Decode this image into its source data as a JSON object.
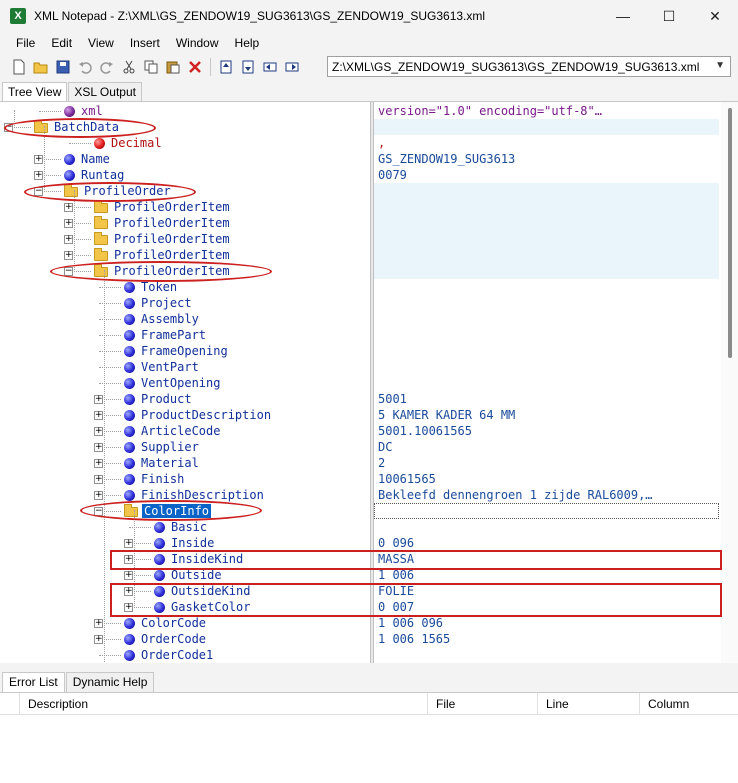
{
  "window": {
    "title": "XML Notepad - Z:\\XML\\GS_ZENDOW19_SUG3613\\GS_ZENDOW19_SUG3613.xml",
    "app_icon": "X",
    "minimize": "—",
    "maximize": "☐",
    "close": "✕"
  },
  "menu": [
    "File",
    "Edit",
    "View",
    "Insert",
    "Window",
    "Help"
  ],
  "toolbar": {
    "path": "Z:\\XML\\GS_ZENDOW19_SUG3613\\GS_ZENDOW19_SUG3613.xml",
    "icons": [
      "new-icon",
      "open-icon",
      "save-icon",
      "undo-icon",
      "redo-icon",
      "cut-icon",
      "copy-icon",
      "paste-icon",
      "delete-icon",
      "nudge-up-icon",
      "nudge-down-icon",
      "nudge-left-icon",
      "nudge-right-icon"
    ]
  },
  "tabs": [
    "Tree View",
    "XSL Output"
  ],
  "tree": [
    {
      "label": "xml",
      "value": "version=\"1.0\" encoding=\"utf-8\"…",
      "icon": "pi"
    },
    {
      "label": "BatchData",
      "value": "",
      "icon": "folder",
      "expander": "−"
    },
    {
      "label": "Decimal",
      "value": ",",
      "icon": "attr"
    },
    {
      "label": "Name",
      "value": "GS_ZENDOW19_SUG3613",
      "icon": "ball",
      "expander": "+"
    },
    {
      "label": "Runtag",
      "value": "0079",
      "icon": "ball",
      "expander": "+"
    },
    {
      "label": "ProfileOrder",
      "value": "",
      "icon": "folder",
      "expander": "−"
    },
    {
      "label": "ProfileOrderItem",
      "value": "",
      "icon": "folder",
      "expander": "+"
    },
    {
      "label": "ProfileOrderItem",
      "value": "",
      "icon": "folder",
      "expander": "+"
    },
    {
      "label": "ProfileOrderItem",
      "value": "",
      "icon": "folder",
      "expander": "+"
    },
    {
      "label": "ProfileOrderItem",
      "value": "",
      "icon": "folder",
      "expander": "+"
    },
    {
      "label": "ProfileOrderItem",
      "value": "",
      "icon": "folder",
      "expander": "−"
    },
    {
      "label": "Token",
      "value": "",
      "icon": "ball"
    },
    {
      "label": "Project",
      "value": "",
      "icon": "ball"
    },
    {
      "label": "Assembly",
      "value": "",
      "icon": "ball"
    },
    {
      "label": "FramePart",
      "value": "",
      "icon": "ball"
    },
    {
      "label": "FrameOpening",
      "value": "",
      "icon": "ball"
    },
    {
      "label": "VentPart",
      "value": "",
      "icon": "ball"
    },
    {
      "label": "VentOpening",
      "value": "",
      "icon": "ball"
    },
    {
      "label": "Product",
      "value": "5001",
      "icon": "ball",
      "expander": "+"
    },
    {
      "label": "ProductDescription",
      "value": "5 KAMER KADER 64 MM",
      "icon": "ball",
      "expander": "+"
    },
    {
      "label": "ArticleCode",
      "value": "5001.10061565",
      "icon": "ball",
      "expander": "+"
    },
    {
      "label": "Supplier",
      "value": "DC",
      "icon": "ball",
      "expander": "+"
    },
    {
      "label": "Material",
      "value": "2",
      "icon": "ball",
      "expander": "+"
    },
    {
      "label": "Finish",
      "value": "10061565",
      "icon": "ball",
      "expander": "+"
    },
    {
      "label": "FinishDescription",
      "value": "Bekleefd dennengroen 1 zijde RAL6009,…",
      "icon": "ball",
      "expander": "+"
    },
    {
      "label": "ColorInfo",
      "value": "",
      "icon": "folder",
      "expander": "−"
    },
    {
      "label": "Basic",
      "value": "",
      "icon": "ball"
    },
    {
      "label": "Inside",
      "value": "0 096",
      "icon": "ball",
      "expander": "+"
    },
    {
      "label": "InsideKind",
      "value": "MASSA",
      "icon": "ball",
      "expander": "+"
    },
    {
      "label": "Outside",
      "value": "1 006",
      "icon": "ball",
      "expander": "+"
    },
    {
      "label": "OutsideKind",
      "value": "FOLIE",
      "icon": "ball",
      "expander": "+"
    },
    {
      "label": "GasketColor",
      "value": "0 007",
      "icon": "ball",
      "expander": "+"
    },
    {
      "label": "ColorCode",
      "value": "1 006 096",
      "icon": "ball",
      "expander": "+"
    },
    {
      "label": "OrderCode",
      "value": "1 006 1565",
      "icon": "ball",
      "expander": "+"
    },
    {
      "label": "OrderCode1",
      "value": "",
      "icon": "ball"
    }
  ],
  "bottom_tabs": [
    "Error List",
    "Dynamic Help"
  ],
  "error_list": {
    "columns": [
      "Description",
      "File",
      "Line",
      "Column"
    ]
  },
  "colors": {
    "annotation": "#cc1f1f",
    "selection": "#0a64c8",
    "node_text": "#11309a"
  }
}
